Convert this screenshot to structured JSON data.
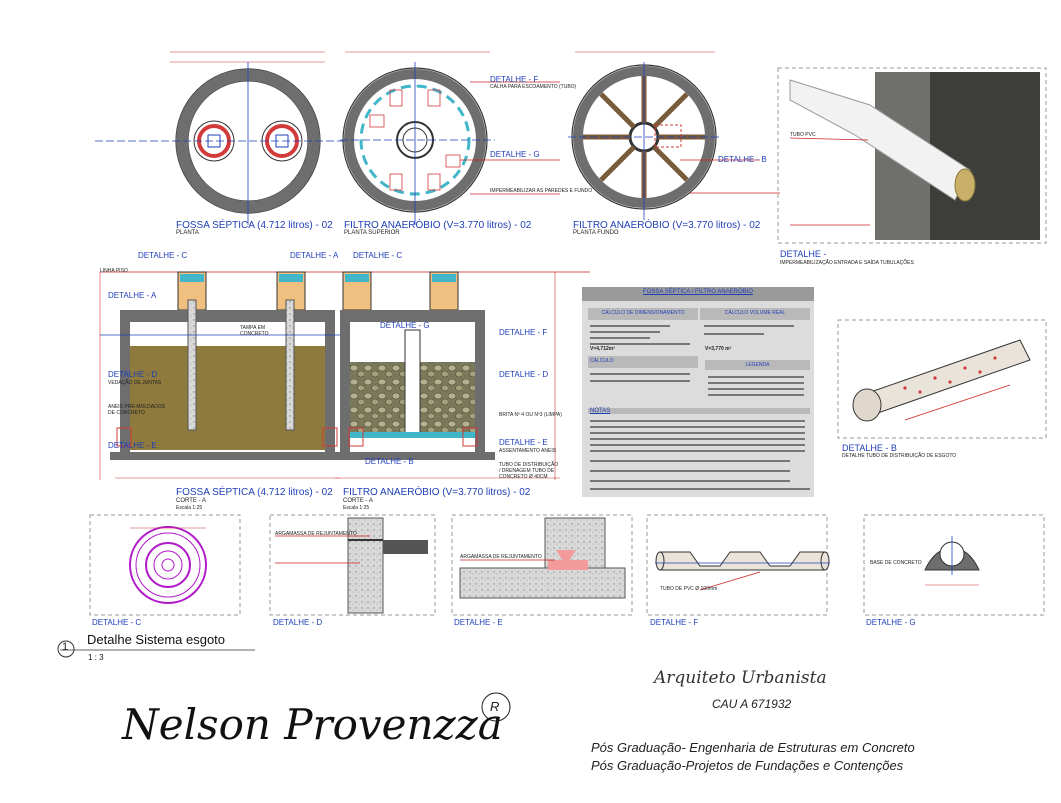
{
  "titles": {
    "fossa_planta": "FOSSA SÉPTICA (4.712 litros) - 02",
    "fossa_planta_sub": "PLANTA",
    "filtro_sup": "FILTRO ANAERÓBIO (V=3.770 litros) - 02",
    "filtro_sup_sub": "PLANTA SUPERIOR",
    "filtro_fundo": "FILTRO ANAERÓBIO (V=3.770 litros) - 02",
    "filtro_fundo_sub": "PLANTA FUNDO",
    "fossa_corte": "FOSSA SÉPTICA (4.712 litros) - 02",
    "filtro_corte": "FILTRO ANAERÓBIO (V=3.770 litros) - 02",
    "corte_sub": "CORTE - A",
    "escala": "Escala 1:25"
  },
  "details": {
    "a": "DETALHE - A",
    "b": "DETALHE - B",
    "c": "DETALHE - C",
    "d": "DETALHE - D",
    "e": "DETALHE - E",
    "f": "DETALHE - F",
    "g": "DETALHE - G",
    "impermeab_title": "DETALHE -",
    "impermeab_sub": "IMPERMEABILIZAÇÃO ENTRADA E SAÍDA TUBULAÇÕES",
    "tubo_title": "DETALHE - B",
    "tubo_sub": "DETALHE TUBO DE DISTRIBUIÇÃO DE ESGOTO"
  },
  "labels": {
    "linha_piso": "LINHA PISO",
    "tubo_pvc": "TUBO PVC",
    "tampa": "TAMPA EM CONCRETO",
    "impermeab": "IMPERMEABILIZAR AS PAREDES E FUNDO",
    "calha": "CALHA PARA ESCOAMENTO (TUBO)",
    "tubo_dist": "TUBO DE DISTRIBUIÇÃO / DRENAGEM TUBO DE CONCRETO Ø 40CM",
    "vedacao": "VEDAÇÃO DE JUNTAS",
    "aneis": "ANEIS PRÉ-MOLDADOS DE CONCRETO",
    "brita": "BRITA Nº 4 OU Nº3 (LIMPA)",
    "assentamento": "ASSENTAMENTO ANEIS",
    "argamassa": "ARGAMASSA DE REJUNTAMENTO",
    "base_concreto": "BASE DE CONCRETO",
    "tubo_pvc_100": "TUBO DE PVC Ø 100mm",
    "corte_a": "CORTE - A"
  },
  "table": {
    "header": "FOSSA SÉPTICA / FILTRO ANAERÓBIO",
    "calc": "CÁLCULO DE DIMENSIONAMENTO",
    "vol": "CÁLCULO VOLUME REAL",
    "calculo": "CÁLCULO",
    "legenda": "LEGENDA",
    "notas": "NOTAS",
    "v1": "V=4,712m³",
    "v2": "V=3,770 m³"
  },
  "footer": {
    "drawing_num": "1",
    "drawing_title": "Detalhe Sistema esgoto",
    "drawing_scale": "1 : 3",
    "signature": "Nelson Provenzza",
    "registered": "R",
    "role": "Arquiteto Urbanista",
    "cau": "CAU A 671932",
    "pos1": "Pós Graduação- Engenharia de Estruturas em Concreto",
    "pos2": "Pós Graduação-Projetos de Fundações e Contenções"
  },
  "colors": {
    "concrete": "#6e6e6e",
    "sludge": "#8d7a3c",
    "blue": "#1f3fb8",
    "red": "#d23b3b",
    "cyan": "#41b6c9",
    "magenta": "#b11bc9"
  }
}
